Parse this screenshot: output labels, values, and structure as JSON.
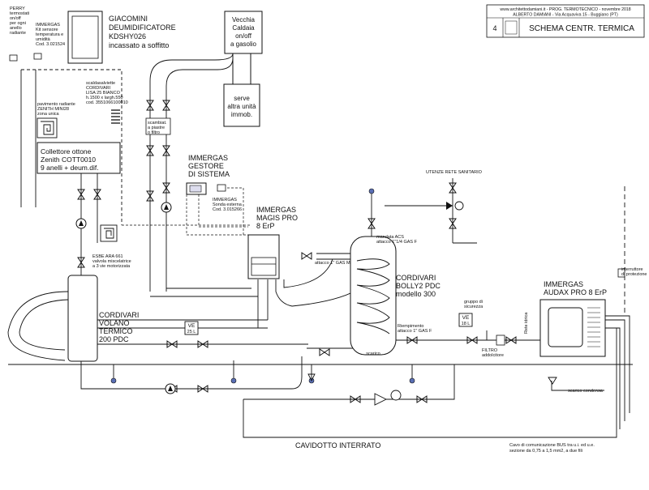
{
  "title_block": {
    "line1": "www.architettodamiani.it  -  PROG. TERMOTECNICO  -  novembre 2018",
    "line2": "ALBERTO DAMIANI  -  Via Acquaviva 15 - Buggiano (PT)",
    "sheet_number": "4",
    "title": "SCHEMA CENTR. TERMICA"
  },
  "perry": [
    "PERRY",
    "termostati",
    "on/off",
    "per ogni",
    "anello",
    "radiante"
  ],
  "immergas_sensor": [
    "IMMERGAS",
    "Kit sensore",
    "temperatura e",
    "umidità",
    "Cod. 3.021524"
  ],
  "giacomini": [
    "GIACOMINI",
    "DEUMIDIFICATORE",
    "KDSHY026",
    "incassato a soffitto"
  ],
  "caldaia": [
    "Vecchia",
    "Caldaia",
    "on/off",
    "a gasolio"
  ],
  "serve": [
    "serve",
    "altra unità",
    "immob."
  ],
  "scaldasalviette": [
    "scaldasalviette",
    "CORDIVARI",
    "LISA 25 BIANCO",
    "h.1500 x largh.550",
    "cod. 3551066100010"
  ],
  "pavimento": [
    "pavimento radiante",
    "ZENITH MINI28",
    "zona unica"
  ],
  "collettore": [
    "Collettore ottone",
    "Zenith COTT0010",
    "9 anelli + deum.dif."
  ],
  "scambiatore": [
    "scambiat.",
    "a piastre",
    "o filtro"
  ],
  "gestore": [
    "IMMERGAS",
    "GESTORE",
    "DI SISTEMA"
  ],
  "sonda_esterna": [
    "IMMERGAS",
    "Sonda esterna",
    "Cod. 3.015266"
  ],
  "magis": [
    "IMMERGAS",
    "MAGIS PRO",
    "8 ErP"
  ],
  "esbe": [
    "ESBE ARA 661",
    "valvola miscelatrice",
    "a 3 vie motorizzata"
  ],
  "volano": [
    "CORDIVARI",
    "VOLANO",
    "TERMICO",
    "200 PDC"
  ],
  "ve_left": [
    "VE",
    "25 L"
  ],
  "bolly": [
    "CORDIVARI",
    "BOLLY2 PDC",
    "modello 300"
  ],
  "mandata_acs": [
    "mandata ACS",
    "attacco 1\"1/4 GAS F"
  ],
  "attacco_gas": "attacco 1\" GAS M",
  "riempimento": [
    "Riempimento",
    "attacco 1\" GAS F"
  ],
  "scarico": "scarico",
  "utenze": "UTENZE RETE SANITARIO",
  "gruppo": [
    "gruppo di",
    "sicurezza"
  ],
  "ve_right": [
    "VE",
    "18 L"
  ],
  "rete_idrica": "Rete idrica",
  "filtro": [
    "FILTRO",
    "addolcitore"
  ],
  "audax": [
    "IMMERGAS",
    "AUDAX PRO 8 ErP"
  ],
  "interruttore": [
    "interruttore",
    "di protezione"
  ],
  "scarico_condensa": "scarico condensa",
  "cavidotto": "CAVIDOTTO  INTERRATO",
  "cavo_bus": [
    "Cavo di comunicazione BUS tra u.i. ed u.e.",
    "sezione da 0,75 a 1,5 mm2, a due fili"
  ]
}
